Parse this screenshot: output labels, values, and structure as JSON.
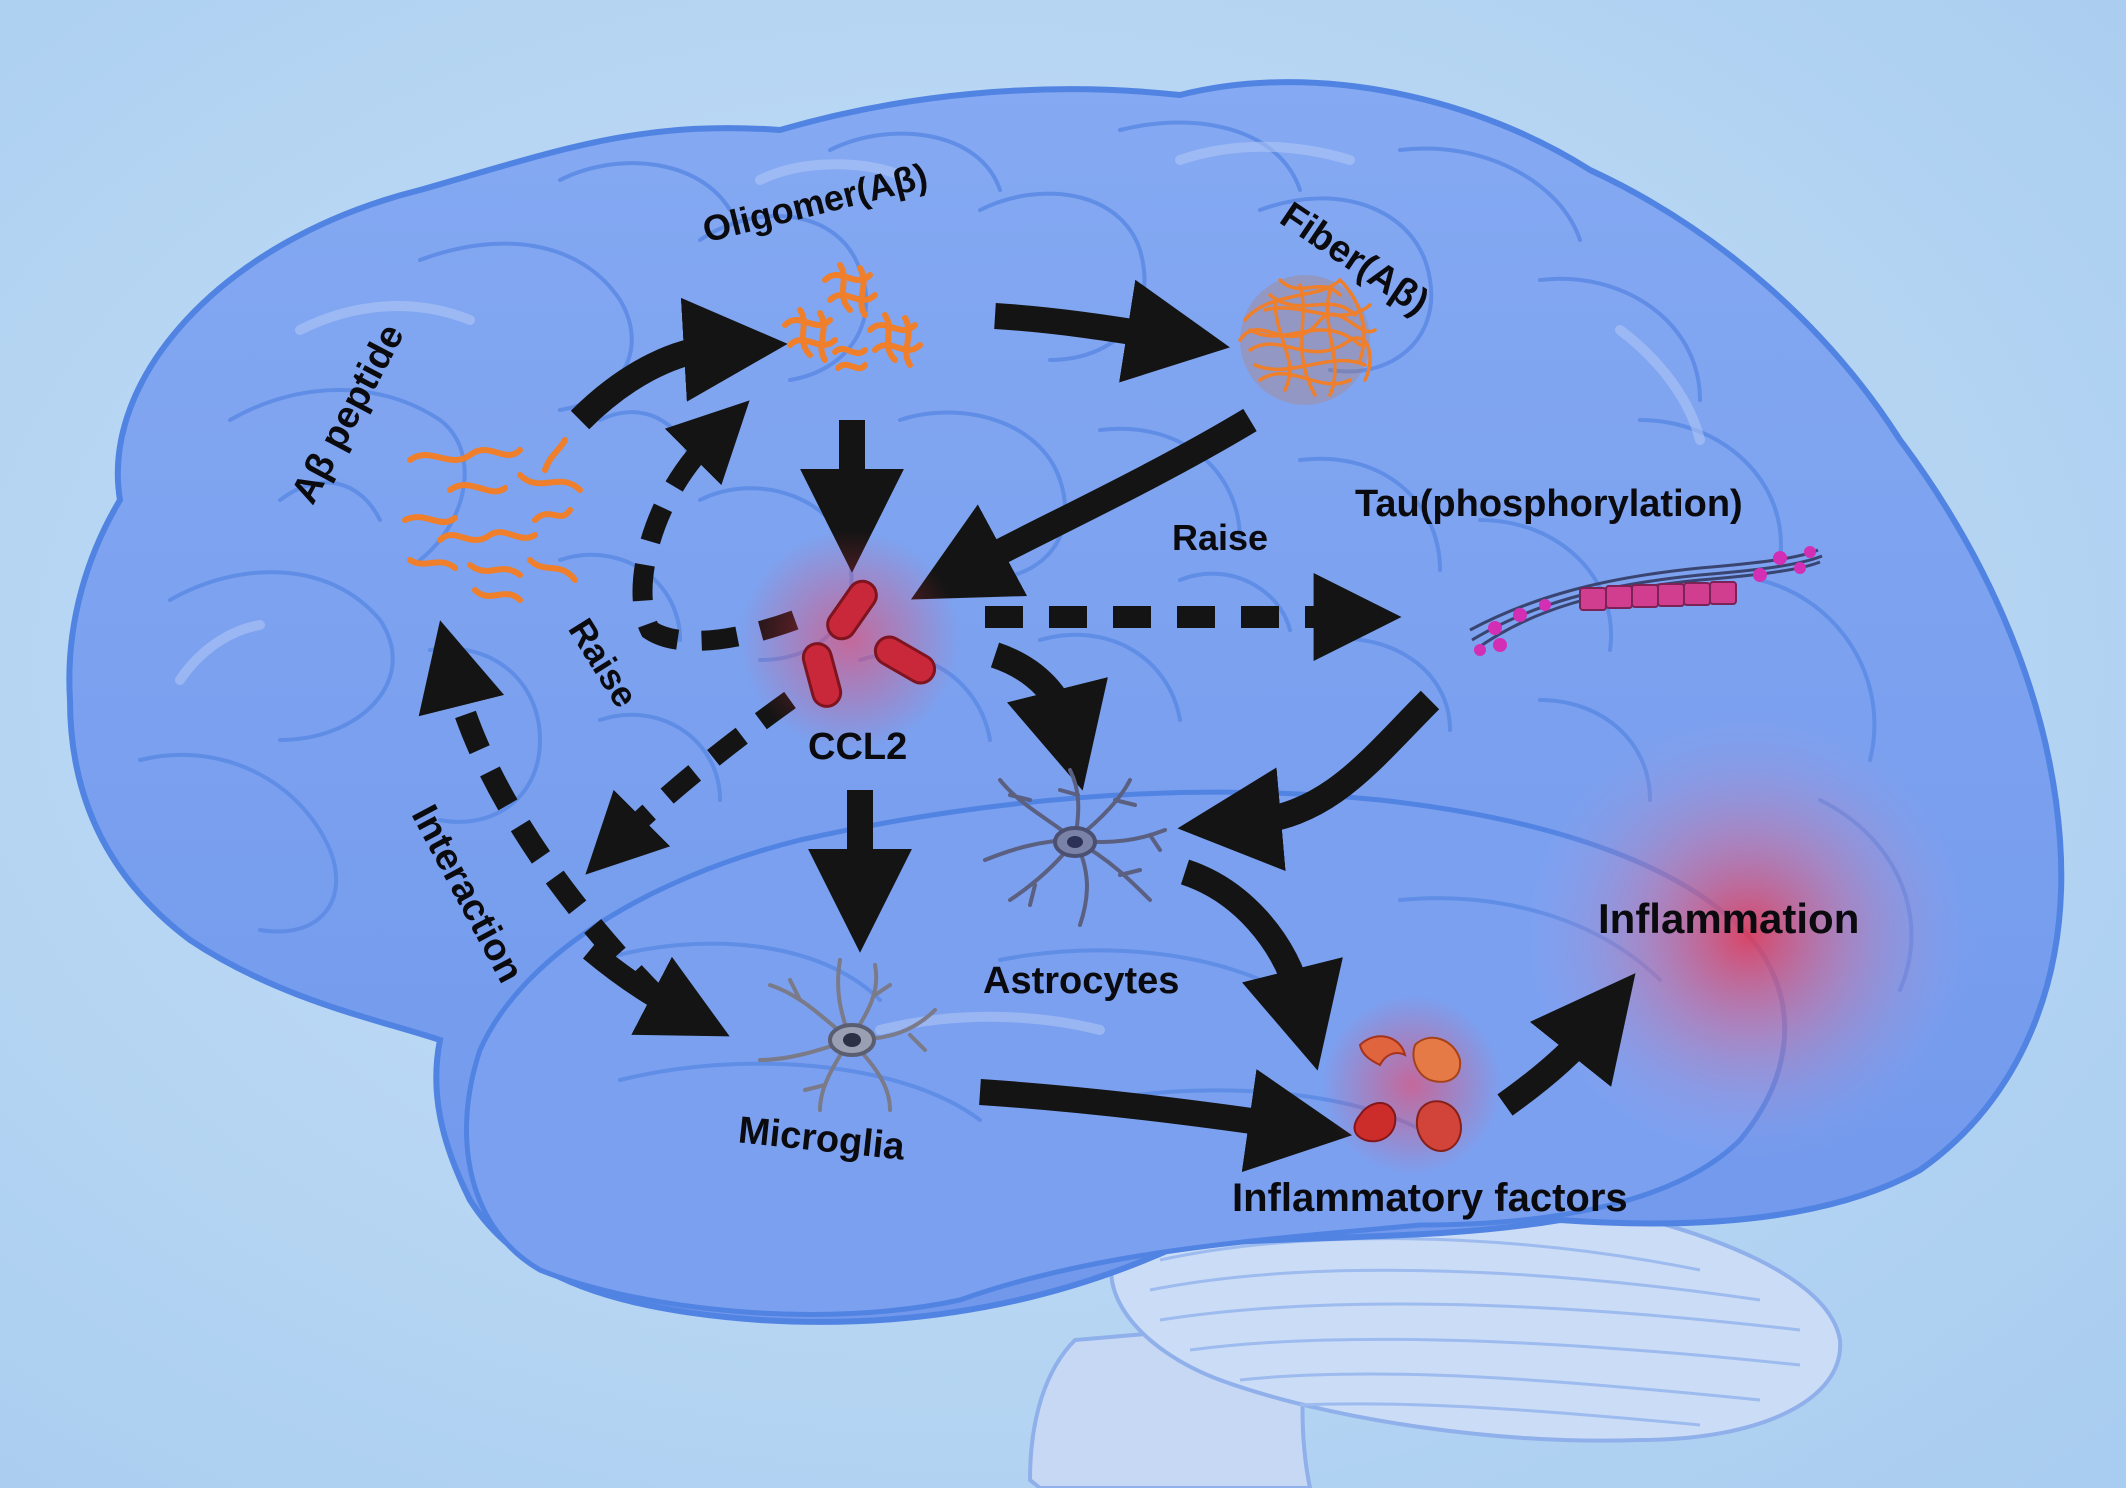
{
  "labels": {
    "ab_peptide": "Aβ peptide",
    "oligomer": "Oligomer(Aβ)",
    "fiber": "Fiber(Aβ)",
    "raise_upper": "Raise",
    "tau": "Tau(phosphorylation)",
    "raise_left": "Raise",
    "ccl2": "CCL2",
    "interaction": "Interaction",
    "astrocytes": "Astrocytes",
    "inflammation": "Inflammation",
    "microglia": "Microglia",
    "inflammatory_factors": "Inflammatory factors"
  },
  "colors": {
    "background": "#bcd9f3",
    "brain": "#7ea4ef",
    "brain_outline": "#4f7fe0",
    "cerebellum": "#c9daf5",
    "arrow": "#141414",
    "amyloid": "#ef7f2a",
    "ccl2": "#c8283a",
    "inflammation_glow": "#e8364f",
    "tau_beads": "#d13d8f"
  },
  "icons": [
    "ab-peptide-icon",
    "oligomer-icon",
    "fiber-icon",
    "ccl2-icon",
    "tau-icon",
    "astrocyte-icon",
    "microglia-icon",
    "inflammatory-factors-icon"
  ]
}
